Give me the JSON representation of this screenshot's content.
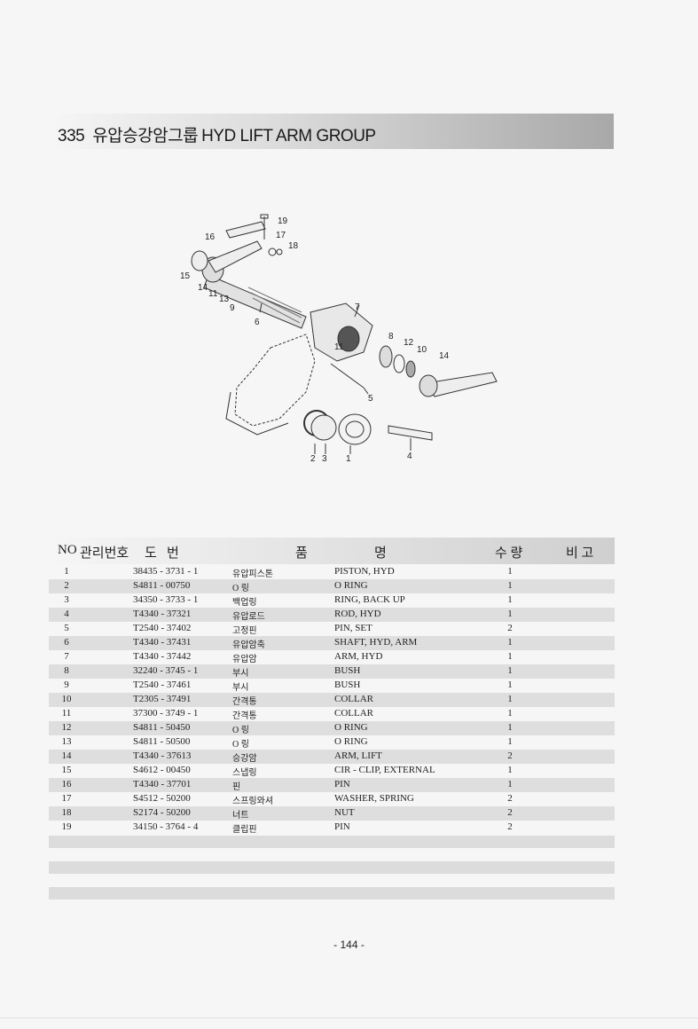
{
  "header": {
    "number": "335",
    "title_kr": "유압승강암그룹",
    "title_en": "HYD LIFT ARM GROUP"
  },
  "diagram": {
    "callouts": [
      "1",
      "2",
      "3",
      "4",
      "5",
      "6",
      "7",
      "8",
      "9",
      "10",
      "11",
      "12",
      "13",
      "14",
      "14",
      "15",
      "16",
      "17",
      "18",
      "19",
      "11"
    ]
  },
  "table": {
    "headers": {
      "no": "NO",
      "mgmt": "관리번호",
      "drawing": "도   번",
      "name1": "품",
      "name2": "명",
      "qty": "수 량",
      "remark": "비 고"
    },
    "rows": [
      {
        "no": "1",
        "part": "38435 - 3731 - 1",
        "kr": "유압피스톤",
        "en": "PISTON, HYD",
        "qty": "1"
      },
      {
        "no": "2",
        "part": "S4811 - 00750",
        "kr": "O 링",
        "en": "O RING",
        "qty": "1"
      },
      {
        "no": "3",
        "part": "34350 - 3733 - 1",
        "kr": "백업링",
        "en": "RING, BACK UP",
        "qty": "1"
      },
      {
        "no": "4",
        "part": "T4340 - 37321",
        "kr": "유압로드",
        "en": "ROD, HYD",
        "qty": "1"
      },
      {
        "no": "5",
        "part": "T2540 - 37402",
        "kr": "고정핀",
        "en": "PIN, SET",
        "qty": "2"
      },
      {
        "no": "6",
        "part": "T4340 - 37431",
        "kr": "유압암축",
        "en": "SHAFT, HYD, ARM",
        "qty": "1"
      },
      {
        "no": "7",
        "part": "T4340 - 37442",
        "kr": "유압암",
        "en": "ARM, HYD",
        "qty": "1"
      },
      {
        "no": "8",
        "part": "32240 - 3745 - 1",
        "kr": "부시",
        "en": "BUSH",
        "qty": "1"
      },
      {
        "no": "9",
        "part": "T2540 - 37461",
        "kr": "부시",
        "en": "BUSH",
        "qty": "1"
      },
      {
        "no": "10",
        "part": "T2305 - 37491",
        "kr": "간격통",
        "en": "COLLAR",
        "qty": "1"
      },
      {
        "no": "11",
        "part": "37300 - 3749 - 1",
        "kr": "간격통",
        "en": "COLLAR",
        "qty": "1"
      },
      {
        "no": "12",
        "part": "S4811 - 50450",
        "kr": "O 링",
        "en": "O RING",
        "qty": "1"
      },
      {
        "no": "13",
        "part": "S4811 - 50500",
        "kr": "O 링",
        "en": " O RING",
        "qty": "1"
      },
      {
        "no": "14",
        "part": "T4340 - 37613",
        "kr": "승강암",
        "en": "ARM, LIFT",
        "qty": "2"
      },
      {
        "no": "15",
        "part": "S4612 - 00450",
        "kr": "스냅링",
        "en": "CIR - CLIP, EXTERNAL",
        "qty": "1"
      },
      {
        "no": "16",
        "part": "T4340 - 37701",
        "kr": "핀",
        "en": "PIN",
        "qty": "1"
      },
      {
        "no": "17",
        "part": "S4512 - 50200",
        "kr": "스프링와셔",
        "en": "WASHER, SPRING",
        "qty": "2"
      },
      {
        "no": "18",
        "part": "S2174 - 50200",
        "kr": "너트",
        "en": "NUT",
        "qty": "2"
      },
      {
        "no": "19",
        "part": "34150 - 3764 - 4",
        "kr": "클립핀",
        "en": "PIN",
        "qty": "2"
      }
    ]
  },
  "footer": {
    "page": "- 144 -"
  }
}
